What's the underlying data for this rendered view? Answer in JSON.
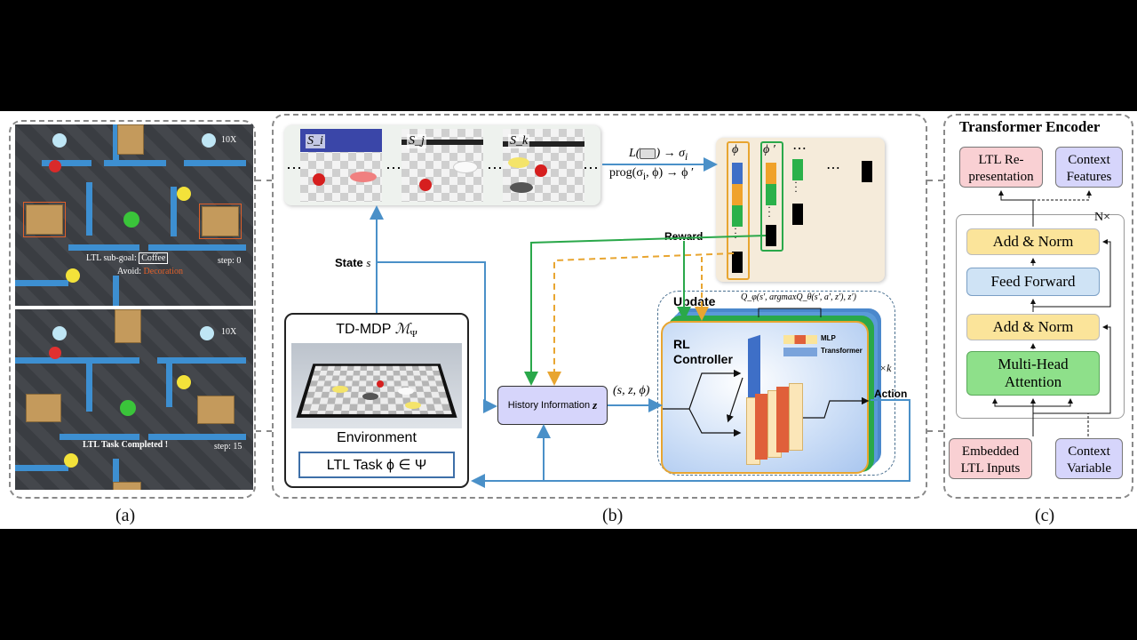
{
  "panel_a": {
    "caption": "(a)",
    "top": {
      "speed": "10X",
      "subgoal_label": "LTL sub-goal:",
      "subgoal_value": "Coffee",
      "avoid_label": "Avoid:",
      "avoid_value": "Decoration",
      "step": "step: 0"
    },
    "bottom": {
      "speed": "10X",
      "completed": "LTL Task Completed !",
      "step": "step: 15"
    }
  },
  "panel_b": {
    "caption": "(b)",
    "states": [
      "S_i",
      "S_j",
      "S_k"
    ],
    "ellipsis": "⋯",
    "label_fn": "L(",
    "label_fn_tail": ") → σ",
    "label_fn_sub": "i",
    "prog": "prog(σ",
    "prog_sub": "i",
    "prog_tail": ", ϕ) → ϕ ′",
    "phi": "ϕ",
    "phi_prime": "ϕ ′",
    "reward": "Reward",
    "state_label": "State",
    "state_var": "s",
    "update": "Update",
    "q_formula": "Q_φ(s′, argmaxQ_θ(s′, a′, z′), z′)",
    "rl_controller": "RL\nController",
    "legend_mlp": "MLP",
    "legend_transformer": "Transformer",
    "times_k": "×k",
    "action": "Action",
    "tdmdp": "TD-MDP",
    "tdmdp_math": "ℳ",
    "tdmdp_sub": "Ψ",
    "environment": "Environment",
    "ltl_task": "LTL Task ϕ ∈ Ψ",
    "history": "History Information",
    "history_var": "z",
    "tuple": "(s, z, ϕ)"
  },
  "panel_c": {
    "caption": "(c)",
    "title": "Transformer Encoder",
    "ltl_rep": "LTL Re-\npresentation",
    "context_features": "Context\nFeatures",
    "nx": "N×",
    "add_norm_top": "Add & Norm",
    "feed_forward": "Feed Forward",
    "add_norm_bottom": "Add & Norm",
    "mha": "Multi-Head\nAttention",
    "embedded": "Embedded\nLTL Inputs",
    "context_variable": "Context\nVariable"
  },
  "colors": {
    "wall": "#3d8fd1",
    "flow_blue": "#4a90c8",
    "flow_green": "#2aa84a",
    "flow_orange": "#e8a530",
    "add_norm": "#fbe49a",
    "feed_forward": "#cfe3f5",
    "mha": "#8ee08a",
    "pink": "#f9d0d3",
    "lavender": "#d6d5fb"
  }
}
